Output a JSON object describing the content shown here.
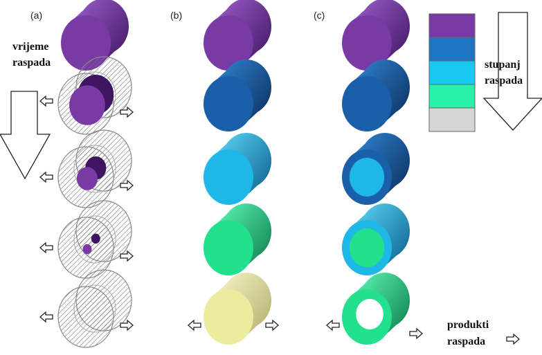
{
  "panels": [
    {
      "id": "a",
      "label": "(a)"
    },
    {
      "id": "b",
      "label": "(b)"
    },
    {
      "id": "c",
      "label": "(c)"
    }
  ],
  "text": {
    "time_line1": "vrijeme",
    "time_line2": "raspada",
    "degree_line1": "stupanj",
    "degree_line2": "raspada",
    "products_line1": "produkti",
    "products_line2": "raspada"
  },
  "legend_colors": [
    "#7a3aa6",
    "#1e73c3",
    "#18c8f2",
    "#28f0a6",
    "#d6d6d6"
  ],
  "stages": [
    {
      "color": "#7a3aa6",
      "dark": "#3d1560",
      "light": "#9a5cc8"
    },
    {
      "color": "#1a5fa8",
      "dark": "#0a2c5a",
      "light": "#2f82cf"
    },
    {
      "color": "#1fb8e6",
      "dark": "#0a5c8a",
      "light": "#5ad6f5"
    },
    {
      "color": "#22e08e",
      "dark": "#0b7a4a",
      "light": "#5cf5b4"
    },
    {
      "color": "#ecec9e",
      "dark": "#b0ac6a",
      "light": "#f6f6c8"
    }
  ],
  "panel_c_rings": [
    {
      "outer": "#7a3aa6",
      "inner": null
    },
    {
      "outer": "#1a5fa8",
      "inner": null
    },
    {
      "outer": "#1a5fa8",
      "inner": "#1fb8e6"
    },
    {
      "outer": "#1fb8e6",
      "inner": "#22e08e"
    },
    {
      "outer": "#22e08e",
      "inner": "hollow"
    }
  ],
  "panel_a_core_sizes": [
    1.0,
    0.72,
    0.42,
    0.18,
    0
  ]
}
